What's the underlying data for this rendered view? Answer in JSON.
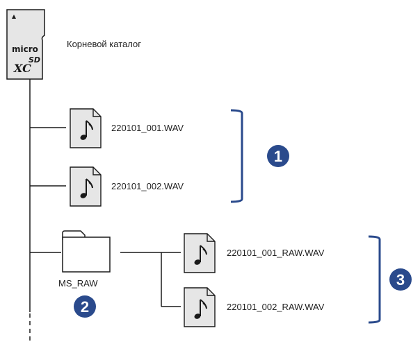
{
  "root": {
    "card_logo_line1": "micro",
    "card_logo_line2": "SD",
    "card_logo_line3": "XC",
    "label": "Корневой каталог"
  },
  "files": [
    {
      "name": "220101_001.WAV"
    },
    {
      "name": "220101_002.WAV"
    }
  ],
  "folder": {
    "name": "MS_RAW",
    "files": [
      {
        "name": "220101_001_RAW.WAV"
      },
      {
        "name": "220101_002_RAW.WAV"
      }
    ]
  },
  "callouts": {
    "group1": "1",
    "folder": "2",
    "group3": "3"
  },
  "colors": {
    "accent": "#2a4a8c",
    "line": "#1a1a1a",
    "icon_fill": "#e6e6e6"
  },
  "icons": {
    "card": "microsd-card-icon",
    "file": "music-note-file-icon",
    "folder": "folder-icon"
  }
}
